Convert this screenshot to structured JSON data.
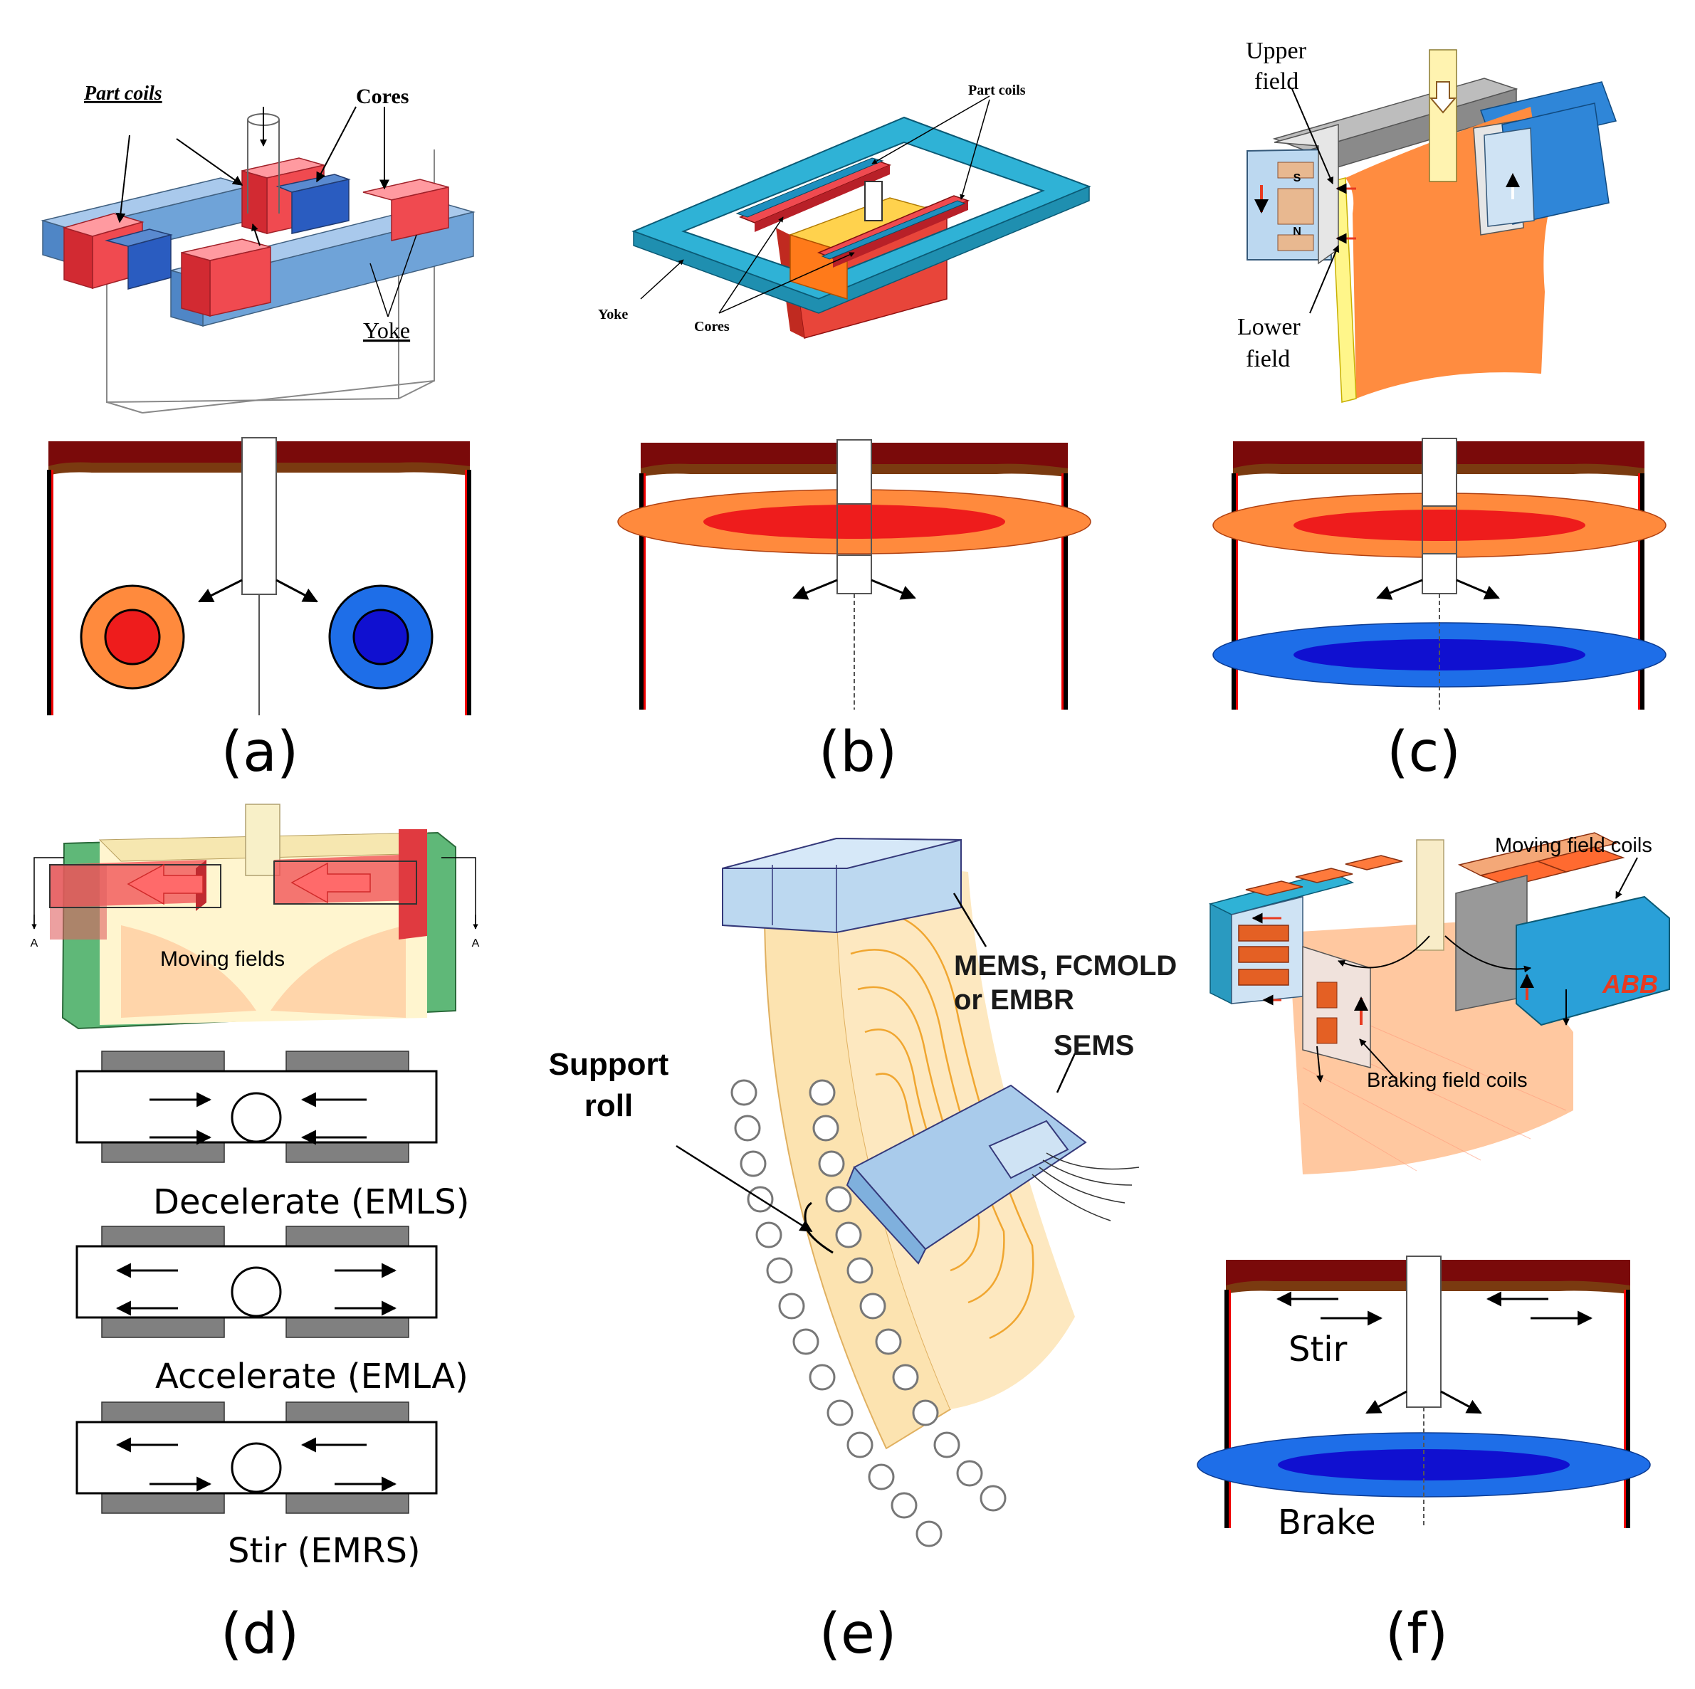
{
  "panels": {
    "a": {
      "caption": "(a)",
      "label_part_coils": "Part coils",
      "label_cores": "Cores",
      "label_yoke": "Yoke"
    },
    "b": {
      "caption": "(b)",
      "label_part_coils": "Part coils",
      "label_yoke": "Yoke",
      "label_cores": "Cores"
    },
    "c": {
      "caption": "(c)",
      "label_upper_1": "Upper",
      "label_upper_2": "field",
      "label_lower_1": "Lower",
      "label_lower_2": "field",
      "pole_s": "S",
      "pole_n": "N"
    },
    "d": {
      "caption": "(d)",
      "label_moving_fields": "Moving fields",
      "marker_a": "A",
      "mode_decelerate": "Decelerate (EMLS)",
      "mode_accelerate": "Accelerate (EMLA)",
      "mode_stir": "Stir (EMRS)"
    },
    "e": {
      "caption": "(e)",
      "label_mems_1": "MEMS, FCMOLD",
      "label_mems_2": "or EMBR",
      "label_sems": "SEMS",
      "label_support_1": "Support",
      "label_support_2": "roll"
    },
    "f": {
      "caption": "(f)",
      "label_moving_coils": "Moving field coils",
      "label_braking_coils": "Braking field coils",
      "label_abb": "ABB",
      "label_stir": "Stir",
      "label_brake": "Brake"
    }
  },
  "colors": {
    "coil_red": "#f04a50",
    "core_blue": "#6fa3d8",
    "yoke_teal": "#1f9cc4",
    "flux_orange": "#ff8a3d",
    "flux_red": "#ee1c1c",
    "flux_blue": "#1e6ee8",
    "flux_dark_blue": "#1010d0",
    "slag_dark_red": "#7a0a0a",
    "steel_orange": "#ff8c40"
  }
}
